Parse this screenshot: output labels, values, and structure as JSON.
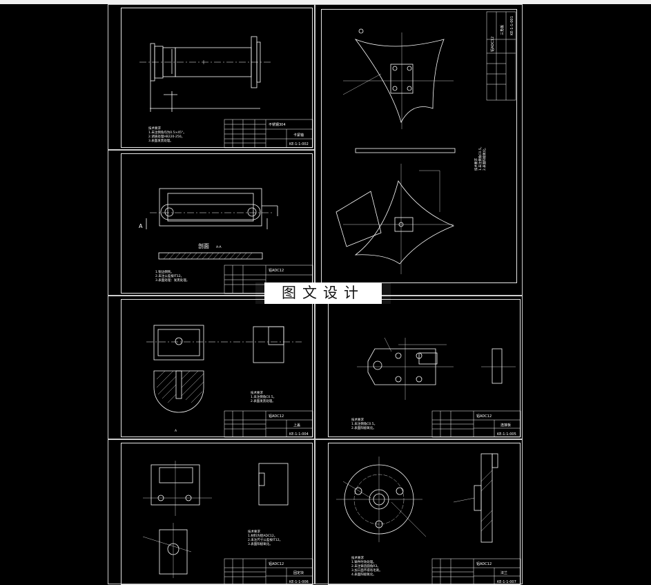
{
  "watermark": {
    "text": "图文设计"
  },
  "sheets": {
    "shaft": {
      "notes": [
        "技术要求",
        "1.未注倒角均为0.5×45°。",
        "2.调质处理HB220-250。",
        "3.表面发黑处理。"
      ],
      "title_material": "不锈钢304",
      "title_name": "卡紧轴",
      "drawing_no": "KE-1-1-002"
    },
    "plate": {
      "section_label": "剖面",
      "section_code": "A-A",
      "view_letter": "A",
      "notes": [
        "1.锐边倒钝。",
        "2.未注公差按IT12。",
        "3.表面处理：发黑处理。"
      ],
      "title_material": "铝ADC12"
    },
    "triangle": {
      "title_name": "三角板",
      "drawing_no": "KE-1-1-001",
      "title_material": "铝ADC12",
      "notes": [
        "技术要求",
        "1.未注倒角C0.5。",
        "2.表面阳极氧化。"
      ]
    },
    "block": {
      "view_letter": "A",
      "notes": [
        "技术要求",
        "1.未注倒角C0.5。",
        "2.表面发黑处理。"
      ],
      "title_material": "铝ADC12",
      "title_name": "上盖",
      "drawing_no": "KE-1-1-004"
    },
    "bracket": {
      "notes": [
        "技术要求",
        "1.未注倒角C0.5。",
        "2.表面阳极氧化。"
      ],
      "title_material": "铝ADC12",
      "title_name": "连接板",
      "drawing_no": "KE-1-1-005"
    },
    "cover": {
      "notes": [
        "技术要求",
        "1.材料为铝ADC12。",
        "2.未注尺寸公差按IT12。",
        "3.表面阳极氧化。"
      ],
      "title_material": "铝ADC12",
      "title_name": "固定块",
      "drawing_no": "KE-1-1-006"
    },
    "flange": {
      "notes": [
        "技术要求",
        "1.铸件时效处理。",
        "2.未注铸造圆角R3。",
        "3.加工面不得有毛刺。",
        "4.表面阳极氧化。"
      ],
      "title_material": "铝ADC12",
      "title_name": "法兰",
      "drawing_no": "KE-1-1-007"
    }
  }
}
